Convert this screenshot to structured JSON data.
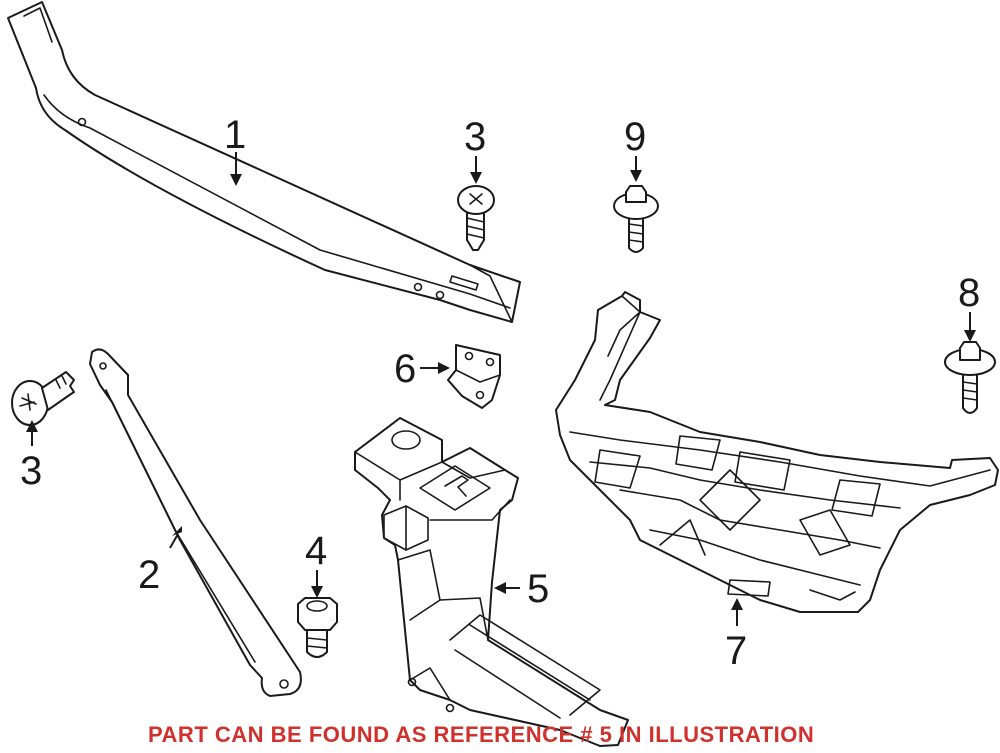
{
  "callouts": {
    "c1": "1",
    "c2": "2",
    "c3a": "3",
    "c3b": "3",
    "c4": "4",
    "c5": "5",
    "c6": "6",
    "c7": "7",
    "c8": "8",
    "c9": "9"
  },
  "notice": "PART CAN BE FOUND AS REFERENCE # 5 IN ILLUSTRATION",
  "colors": {
    "line": "#1a1a1a",
    "notice": "#d0312d",
    "background": "#ffffff"
  }
}
